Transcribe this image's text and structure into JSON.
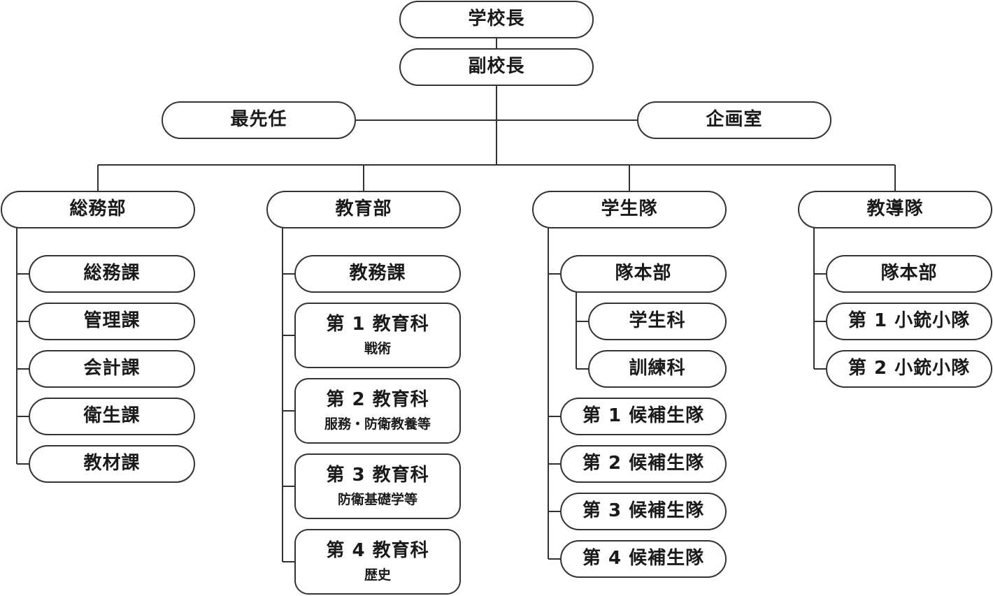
{
  "top": {
    "principal": "学校長",
    "vice_principal": "副校長",
    "senior": "最先任",
    "planning": "企画室"
  },
  "departments": {
    "general_affairs": {
      "title": "総務部",
      "items": [
        "総務課",
        "管理課",
        "会計課",
        "衛生課",
        "教材課"
      ]
    },
    "education": {
      "title": "教育部",
      "office": "教務課",
      "courses": [
        {
          "name": "第 1 教育科",
          "sub": "戦術"
        },
        {
          "name": "第 2 教育科",
          "sub": "服務・防衛教養等"
        },
        {
          "name": "第 3 教育科",
          "sub": "防衛基礎学等"
        },
        {
          "name": "第 4 教育科",
          "sub": "歴史"
        }
      ]
    },
    "cadet_corps": {
      "title": "学生隊",
      "hq": "隊本部",
      "hq_sections": [
        "学生科",
        "訓練科"
      ],
      "squads": [
        "第 1 候補生隊",
        "第 2 候補生隊",
        "第 3 候補生隊",
        "第 4 候補生隊"
      ]
    },
    "instructor_corps": {
      "title": "教導隊",
      "hq": "隊本部",
      "platoons": [
        "第 1 小銃小隊",
        "第 2 小銃小隊"
      ]
    }
  }
}
